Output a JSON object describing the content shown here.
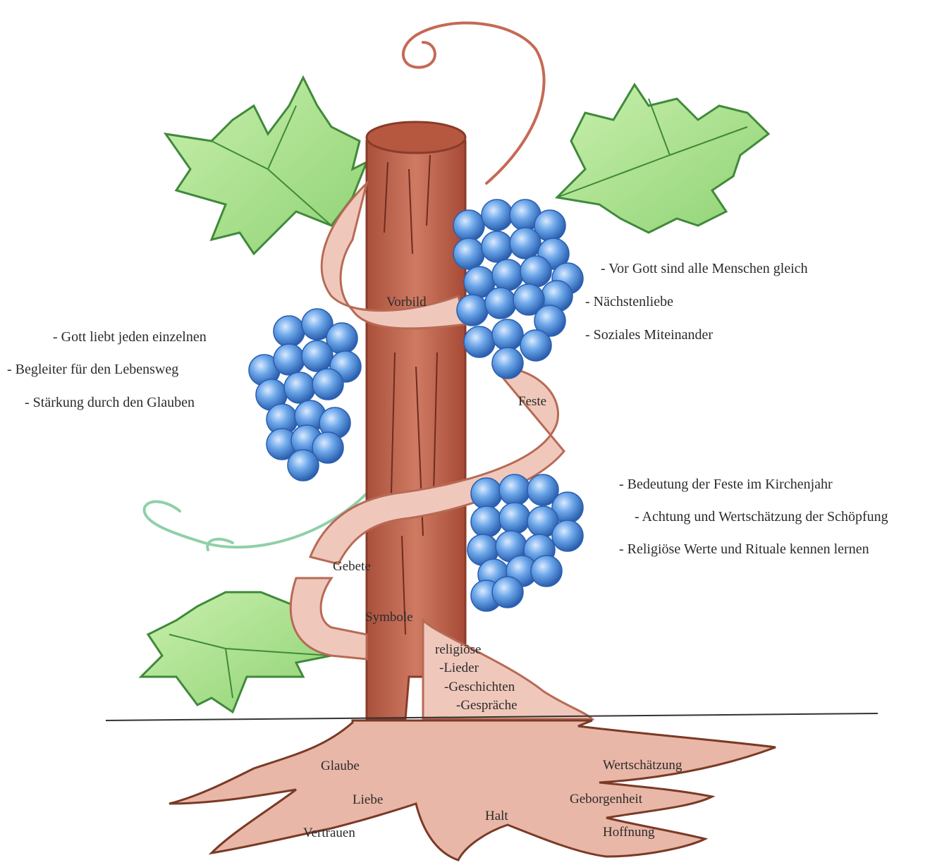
{
  "vine_labels": {
    "vorbild": "Vorbild",
    "feste": "Feste",
    "gebete": "Gebete",
    "symbole": "Symbole",
    "religioese": "religiöse",
    "lieder": "-Lieder",
    "geschichten": "-Geschichten",
    "gespraeche": "-Gespräche"
  },
  "left_notes": [
    "- Gott liebt jeden einzelnen",
    "- Begleiter für den Lebensweg",
    "- Stärkung durch den Glauben"
  ],
  "right_top_notes": [
    "- Vor Gott sind alle Menschen gleich",
    "- Nächstenliebe",
    "- Soziales Miteinander"
  ],
  "right_bottom_notes": [
    "- Bedeutung der Feste im Kirchenjahr",
    "- Achtung und Wertschätzung der Schöpfung",
    "- Religiöse Werte und Rituale kennen lernen"
  ],
  "roots": {
    "glaube": "Glaube",
    "liebe": "Liebe",
    "vertrauen": "Vertrauen",
    "halt": "Halt",
    "wertschaetzung": "Wertschätzung",
    "geborgenheit": "Geborgenheit",
    "hoffnung": "Hoffnung"
  },
  "colors": {
    "trunk": "#c0614a",
    "trunk_dark": "#8a3b2a",
    "vine": "#f0c8bb",
    "vine_edge": "#b76a55",
    "leaf": "#a9e08c",
    "leaf_edge": "#3f8a3a",
    "grape": "#5a9be0",
    "grape_dark": "#2a5fb0",
    "root": "#e9b7a7",
    "root_edge": "#7a3a26",
    "ground": "#333333"
  }
}
